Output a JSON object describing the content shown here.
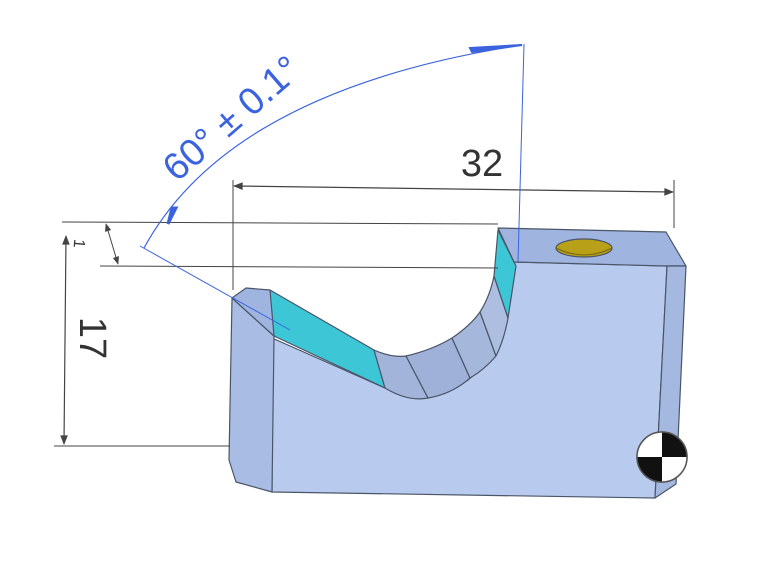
{
  "dimensions": {
    "width_label": "32",
    "height_label": "17",
    "small_label": "1",
    "angle_label": "60° ± 0.1°"
  },
  "colors": {
    "face_front": "#b8cbee",
    "face_side": "#a5b9e0",
    "face_top": "#9fb4de",
    "face_curve": "#a7b8db",
    "face_cyan": "#3cc6d6",
    "dimension_line": "#444444",
    "angle_annotation": "#3b63e0",
    "hole": "#b8a018",
    "outline": "#4a5568"
  },
  "icons": {
    "origin_marker": "origin-marker-icon"
  }
}
